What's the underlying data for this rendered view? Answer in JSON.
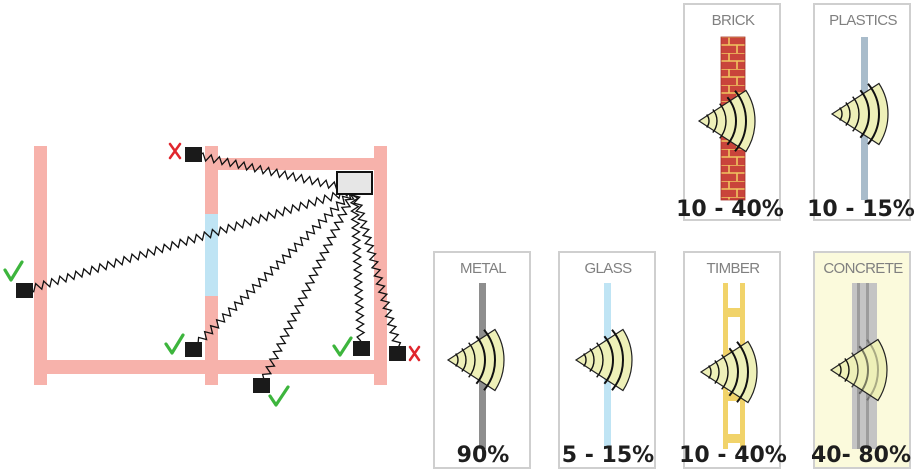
{
  "materials": [
    {
      "id": "brick",
      "name": "BRICK",
      "loss": "10 - 40%"
    },
    {
      "id": "plastics",
      "name": "PLASTICS",
      "loss": "10 - 15%"
    },
    {
      "id": "metal",
      "name": "METAL",
      "loss": "90%"
    },
    {
      "id": "glass",
      "name": "GLASS",
      "loss": "5 - 15%"
    },
    {
      "id": "timber",
      "name": "TIMBER",
      "loss": "10 - 40%"
    },
    {
      "id": "concrete",
      "name": "CONCRETE",
      "loss": "40- 80%"
    }
  ],
  "floorplan": {
    "access_point": "router-box",
    "devices": [
      {
        "id": "top-left",
        "status": "blocked"
      },
      {
        "id": "far-left",
        "status": "ok"
      },
      {
        "id": "middle",
        "status": "ok"
      },
      {
        "id": "bottom",
        "status": "ok"
      },
      {
        "id": "right-inner",
        "status": "ok"
      },
      {
        "id": "right-outer",
        "status": "blocked"
      }
    ]
  },
  "colors": {
    "wall": "#f7b2ab",
    "window": "#bfe4f4",
    "check": "#3db53d",
    "cross": "#e0262d",
    "wave_fill": "#eef0b8",
    "concrete_bg": "#fbfadc"
  }
}
